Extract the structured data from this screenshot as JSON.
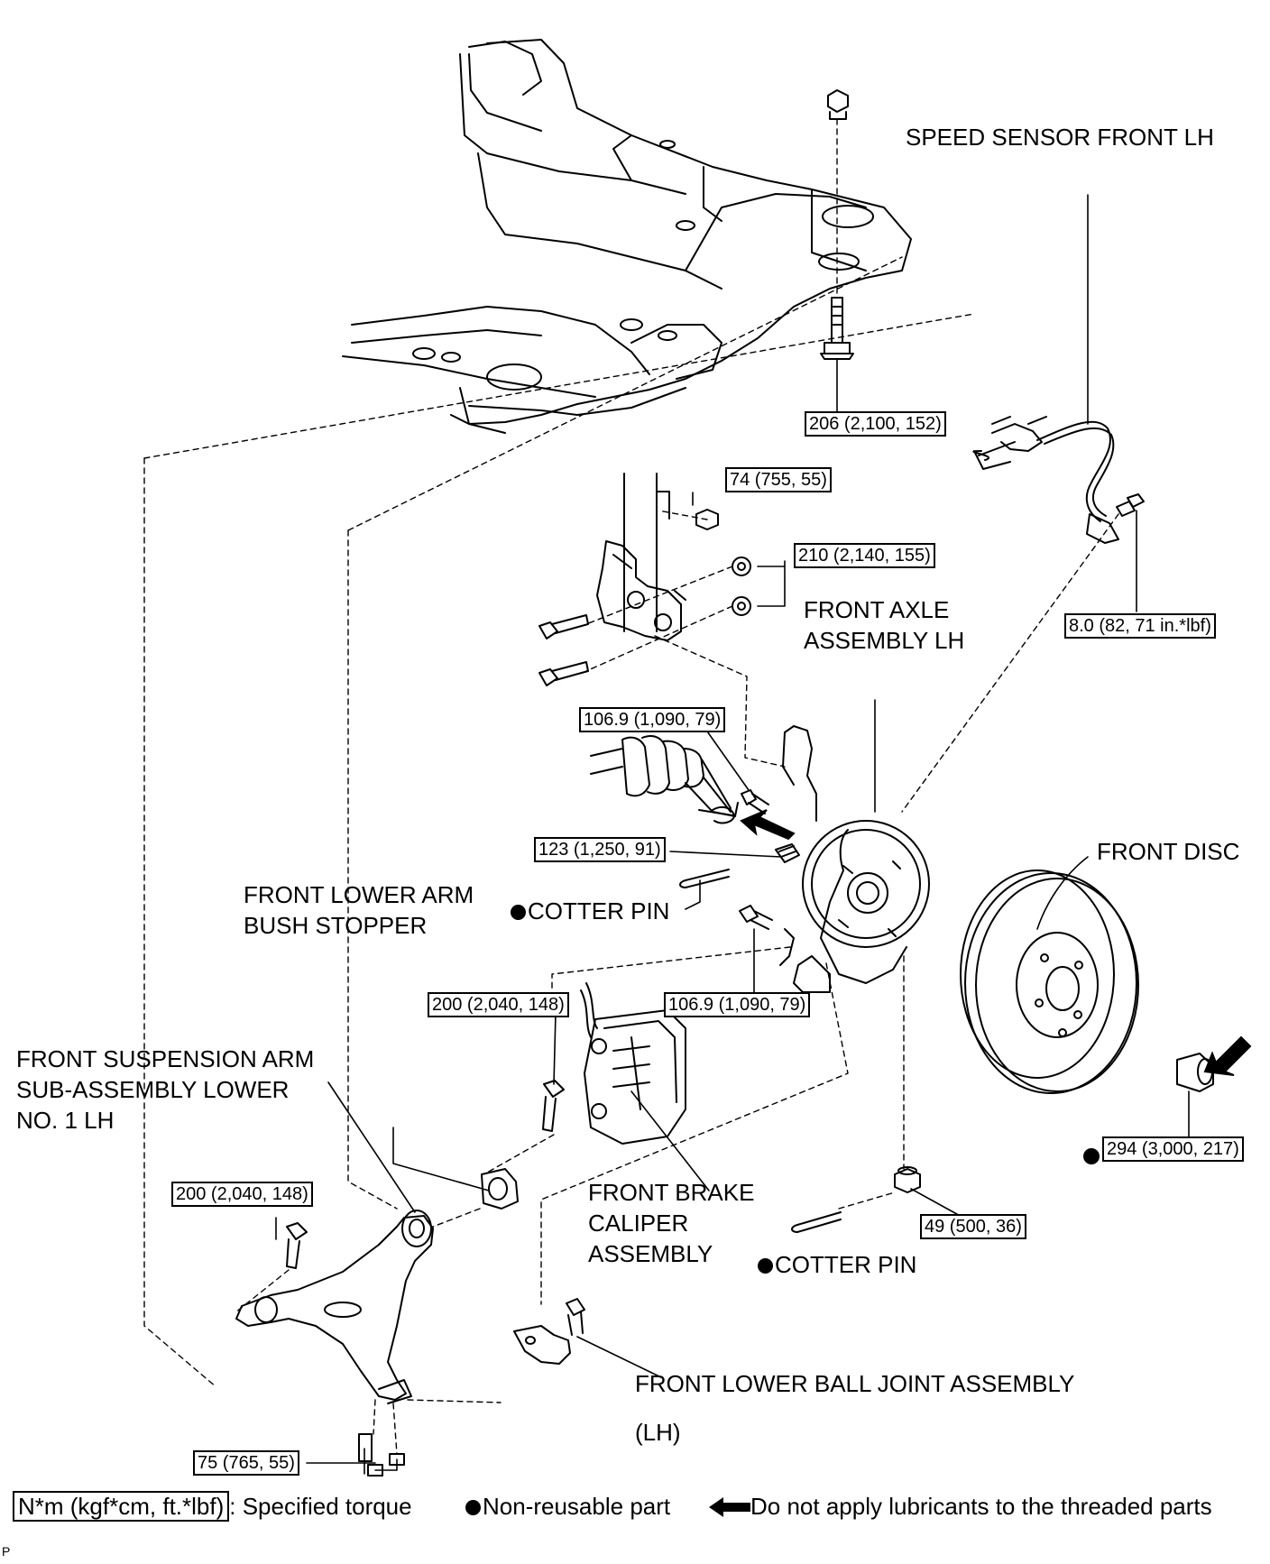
{
  "labels": {
    "speed_sensor": "SPEED SENSOR FRONT LH",
    "front_axle_l1": "FRONT AXLE",
    "front_axle_l2": "ASSEMBLY LH",
    "front_disc": "FRONT DISC",
    "bush_stopper_l1": "FRONT LOWER ARM",
    "bush_stopper_l2": "BUSH STOPPER",
    "cotter_pin_upper": "COTTER PIN",
    "cotter_pin_lower": "COTTER PIN",
    "susp_arm_l1": "FRONT SUSPENSION ARM",
    "susp_arm_l2": "SUB-ASSEMBLY LOWER",
    "susp_arm_l3": "NO. 1 LH",
    "caliper_l1": "FRONT BRAKE",
    "caliper_l2": "CALIPER",
    "caliper_l3": "ASSEMBLY",
    "ball_joint_l1": "FRONT LOWER BALL JOINT ASSEMBLY",
    "ball_joint_l2": "(LH)"
  },
  "torques": {
    "crossmember_bolt": "206 (2,100, 152)",
    "strut_nut_top": "74 (755, 55)",
    "strut_nuts": "210 (2,140, 155)",
    "sensor_bolt": "8.0 (82, 71 in.*lbf)",
    "knuckle_bolt_upper": "106.9 (1,090, 79)",
    "tie_rod_nut": "123 (1,250, 91)",
    "knuckle_bolt_lower": "106.9 (1,090, 79)",
    "caliper_bolt": "200 (2,040, 148)",
    "arm_bolt": "200 (2,040, 148)",
    "axle_nut": "294 (3,000, 217)",
    "ball_joint_nut": "49 (500, 36)",
    "ball_joint_bolts": "75 (765, 55)"
  },
  "legend": {
    "torque_unit": "N*m (kgf*cm, ft.*lbf)",
    "torque_desc": ": Specified torque",
    "nonreusable": "Non-reusable part",
    "no_lube": "Do not apply lubricants to the threaded parts"
  },
  "corner_mark": "P"
}
